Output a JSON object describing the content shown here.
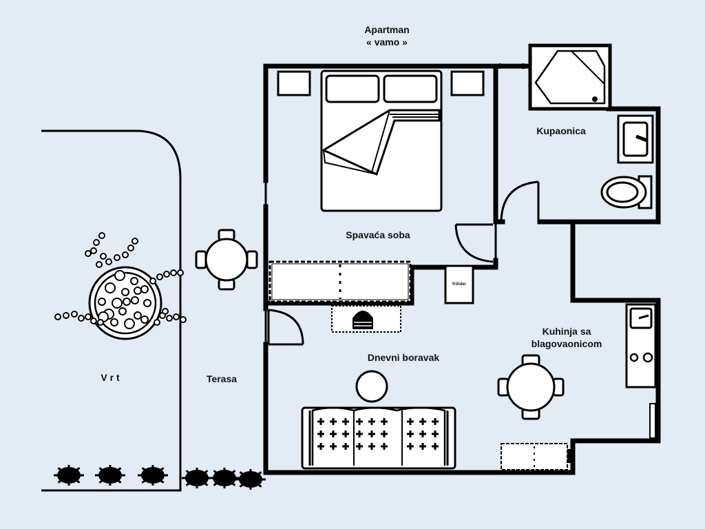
{
  "title": {
    "line1": "Apartman",
    "line2": "« vamo »"
  },
  "rooms": {
    "bedroom": "Spavaća soba",
    "bathroom": "Kupaonica",
    "living": "Dnevni boravak",
    "kitchen_line1": "Kuhinja sa",
    "kitchen_line2": "blagovaonicom",
    "terrace": "Terasa",
    "garden": "V r t"
  },
  "fixtures": {
    "fridge": "frižider"
  },
  "colors": {
    "background": "#e3ecf5",
    "wall": "#000000",
    "furniture_fill": "#ffffff"
  },
  "icons": [
    "bed-icon",
    "round-table-icon",
    "shower-icon",
    "sink-icon",
    "toilet-icon",
    "stove-icon",
    "sofa-icon",
    "fireplace-icon",
    "tree-icon",
    "bush-icon"
  ]
}
